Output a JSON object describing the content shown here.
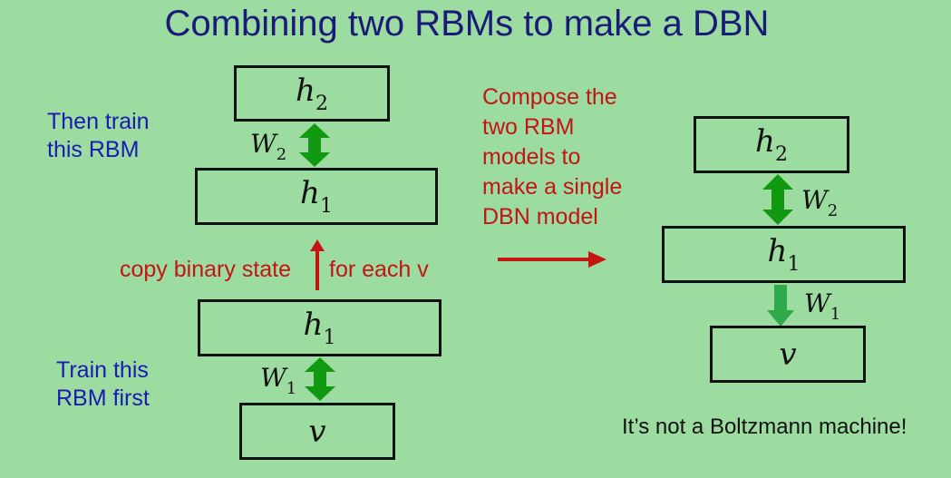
{
  "title": "Combining two RBMs to make a DBN",
  "left": {
    "upper_rbm": {
      "top_var": "h",
      "top_sub": "2",
      "bottom_var": "h",
      "bottom_sub": "1",
      "weight_var": "W",
      "weight_sub": "2"
    },
    "lower_rbm": {
      "top_var": "h",
      "top_sub": "1",
      "bottom_var": "v",
      "weight_var": "W",
      "weight_sub": "1"
    },
    "then_train_line1": "Then train",
    "then_train_line2": "this RBM",
    "train_first_line1": "Train this",
    "train_first_line2": "RBM first",
    "copy_left": "copy binary state",
    "copy_right": "for each v"
  },
  "middle": {
    "compose_lines": [
      "Compose the",
      "two RBM",
      "models to",
      "make a single",
      "DBN model"
    ]
  },
  "right": {
    "top_var": "h",
    "top_sub": "2",
    "mid_var": "h",
    "mid_sub": "1",
    "bottom_var": "v",
    "w2_var": "W",
    "w2_sub": "2",
    "w1_var": "W",
    "w1_sub": "1",
    "note": "It’s not a Boltzmann machine!"
  },
  "colors": {
    "background": "#9cdca0",
    "arrow_green": "#119911",
    "arrow_green_down": "#2faa4a",
    "red_arrow": "#c41414",
    "title_blue": "#1a1a78",
    "label_blue": "#1a1ab4"
  }
}
